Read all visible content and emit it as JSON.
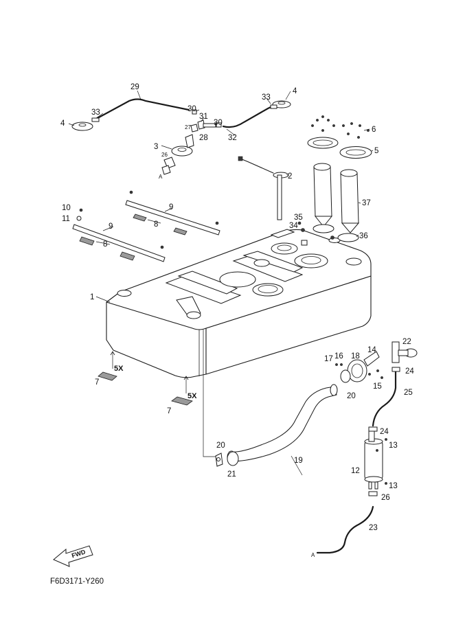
{
  "diagram": {
    "drawing_code": "F6D3171-Y260",
    "direction_label": "FWD",
    "multiplier_label": "5X",
    "hose_end_label": "A",
    "callouts": {
      "p1": "1",
      "p2": "2",
      "p3": "3",
      "p4": "4",
      "p5": "5",
      "p6": "6",
      "p7": "7",
      "p8": "8",
      "p9": "9",
      "p10": "10",
      "p11": "11",
      "p12": "12",
      "p13": "13",
      "p14": "14",
      "p15": "15",
      "p16": "16",
      "p17": "17",
      "p18": "18",
      "p19": "19",
      "p20": "20",
      "p21": "21",
      "p22": "22",
      "p23": "23",
      "p24": "24",
      "p25": "25",
      "p26": "26",
      "p27": "27",
      "p28": "28",
      "p29": "29",
      "p30": "30",
      "p31": "31",
      "p32": "32",
      "p33": "33",
      "p34": "34",
      "p35": "35",
      "p36": "36",
      "p37": "37"
    }
  }
}
